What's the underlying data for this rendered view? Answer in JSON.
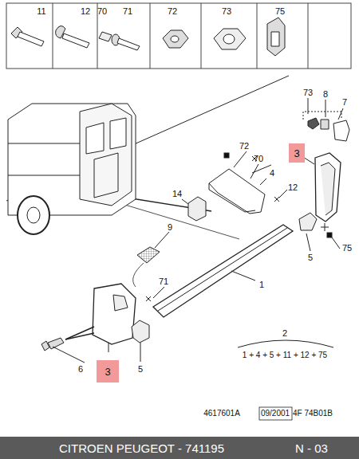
{
  "diagram": {
    "nodes": [
      {
        "text": [
          "3"
        ]
      },
      {
        "text": [
          "3"
        ]
      },
      {
        "text": [
          "CITROEN PEUGEOT - 741195",
          "N - 03"
        ]
      }
    ],
    "labels": [
      "11",
      "12",
      "70",
      "71",
      "72",
      "73",
      "75",
      "73",
      "8",
      "7",
      "72",
      "70",
      "4",
      "12",
      "14",
      "9",
      "1",
      "71",
      "6",
      "5",
      "5",
      "75",
      "2",
      "1 + 4 + 5 + 11 + 12 + 75",
      "4617601A",
      "09/2001",
      "4F 74B01B"
    ]
  }
}
